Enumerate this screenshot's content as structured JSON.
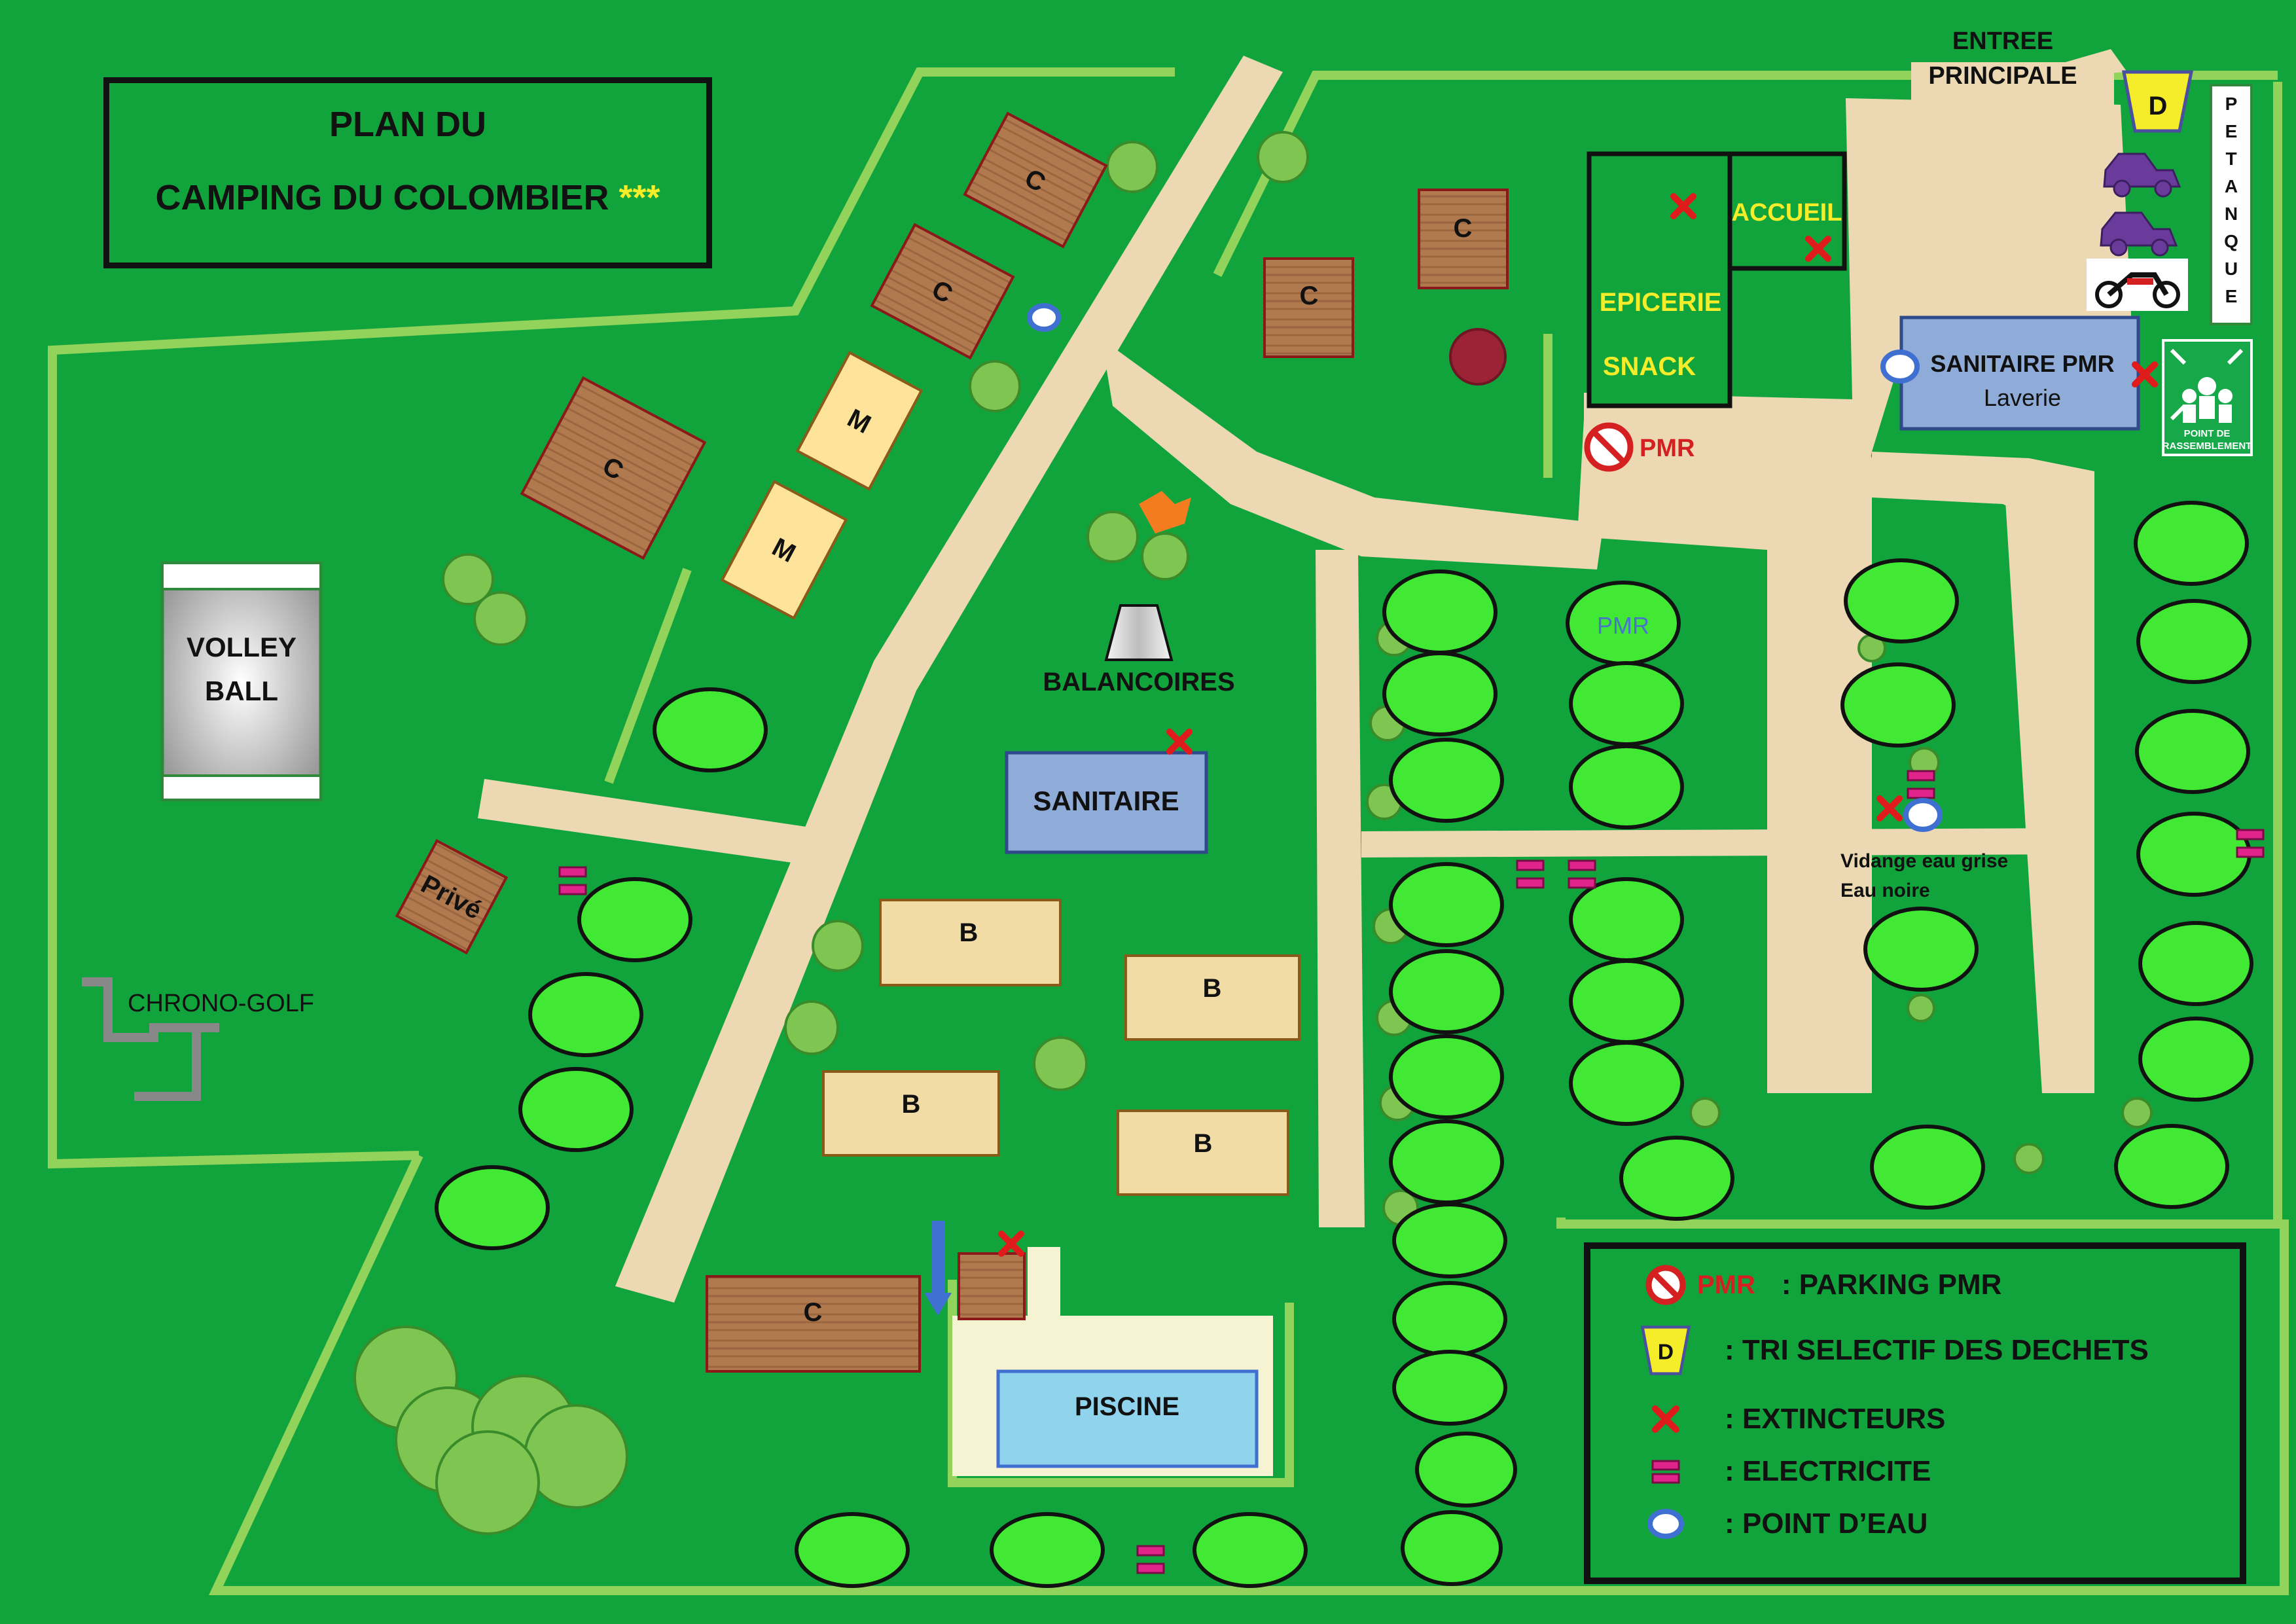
{
  "title": {
    "line1": "PLAN DU",
    "line2": "CAMPING DU COLOMBIER",
    "stars": "***"
  },
  "entrance": {
    "line1": "ENTREE",
    "line2": "PRINCIPALE"
  },
  "petanque_letters": [
    "P",
    "E",
    "T",
    "A",
    "N",
    "Q",
    "U",
    "E"
  ],
  "labels": {
    "accueil": "ACCUEIL",
    "epicerie": "EPICERIE",
    "snack": "SNACK",
    "sanitaire_pmr": "SANITAIRE PMR",
    "laverie": "Laverie",
    "sanitaire": "SANITAIRE",
    "balancoires": "BALANCOIRES",
    "volley1": "VOLLEY",
    "volley2": "BALL",
    "chrono_golf": "CHRONO-GOLF",
    "prive": "Privé",
    "piscine": "PISCINE",
    "pmr_parking": "PMR",
    "pmr_pitch": "PMR",
    "vidange1": "Vidange eau grise",
    "vidange2": "Eau noire",
    "dechets": "D",
    "rassemblement1": "POINT DE",
    "rassemblement2": "RASSEMBLEMENT"
  },
  "cabin_labels": {
    "c": "C",
    "m": "M",
    "b": "B"
  },
  "legend": [
    {
      "icon": "no-parking-icon",
      "tag": "PMR",
      "text": ": PARKING PMR"
    },
    {
      "icon": "waste-sorting-icon",
      "tag": "D",
      "text": ": TRI SELECTIF DES DECHETS"
    },
    {
      "icon": "extinguisher-icon",
      "text": ": EXTINCTEURS"
    },
    {
      "icon": "electricity-icon",
      "text": ": ELECTRICITE"
    },
    {
      "icon": "water-point-icon",
      "text": ": POINT D’EAU"
    }
  ],
  "colors": {
    "grass": "#12a43c",
    "path": "#ecd9b4",
    "pitch": "#41e834",
    "border_light": "#92d35b",
    "sanitary": "#8fabd8",
    "cabin_c": "#b07a4e",
    "cabin_m": "#fde49a",
    "cabin_b": "#f1dca6",
    "extinguisher": "#e01b1b",
    "electricity": "#e0248c",
    "water_point": "#3f6fd1",
    "pmr_red": "#d42020",
    "stars": "#f5ec2a"
  }
}
